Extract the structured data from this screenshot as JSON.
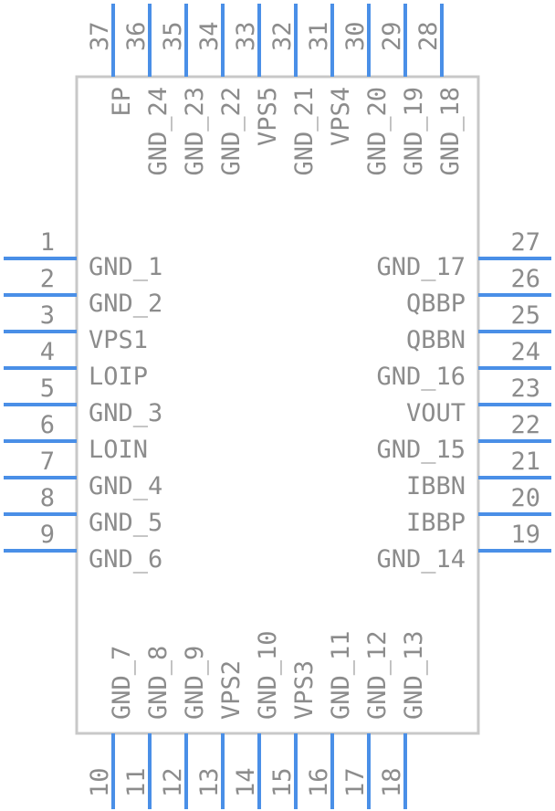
{
  "component": {
    "left_pins": [
      {
        "number": "1",
        "name": "GND_1"
      },
      {
        "number": "2",
        "name": "GND_2"
      },
      {
        "number": "3",
        "name": "VPS1"
      },
      {
        "number": "4",
        "name": "LOIP"
      },
      {
        "number": "5",
        "name": "GND_3"
      },
      {
        "number": "6",
        "name": "LOIN"
      },
      {
        "number": "7",
        "name": "GND_4"
      },
      {
        "number": "8",
        "name": "GND_5"
      },
      {
        "number": "9",
        "name": "GND_6"
      }
    ],
    "bottom_pins": [
      {
        "number": "10",
        "name": "GND_7"
      },
      {
        "number": "11",
        "name": "GND_8"
      },
      {
        "number": "12",
        "name": "GND_9"
      },
      {
        "number": "13",
        "name": "VPS2"
      },
      {
        "number": "14",
        "name": "GND_10"
      },
      {
        "number": "15",
        "name": "VPS3"
      },
      {
        "number": "16",
        "name": "GND_11"
      },
      {
        "number": "17",
        "name": "GND_12"
      },
      {
        "number": "18",
        "name": "GND_13"
      }
    ],
    "right_pins": [
      {
        "number": "19",
        "name": "GND_14"
      },
      {
        "number": "20",
        "name": "IBBP"
      },
      {
        "number": "21",
        "name": "IBBN"
      },
      {
        "number": "22",
        "name": "GND_15"
      },
      {
        "number": "23",
        "name": "VOUT"
      },
      {
        "number": "24",
        "name": "GND_16"
      },
      {
        "number": "25",
        "name": "QBBN"
      },
      {
        "number": "26",
        "name": "QBBP"
      },
      {
        "number": "27",
        "name": "GND_17"
      }
    ],
    "top_pins": [
      {
        "number": "28",
        "name": "GND_18"
      },
      {
        "number": "29",
        "name": "GND_19"
      },
      {
        "number": "30",
        "name": "GND_20"
      },
      {
        "number": "31",
        "name": "VPS4"
      },
      {
        "number": "32",
        "name": "GND_21"
      },
      {
        "number": "33",
        "name": "VPS5"
      },
      {
        "number": "34",
        "name": "GND_22"
      },
      {
        "number": "35",
        "name": "GND_23"
      },
      {
        "number": "36",
        "name": "GND_24"
      },
      {
        "number": "37",
        "name": "EP"
      }
    ],
    "colors": {
      "pin": "#4a8fe7",
      "outline": "#c8c8c8",
      "text": "#8c8c8c"
    }
  }
}
